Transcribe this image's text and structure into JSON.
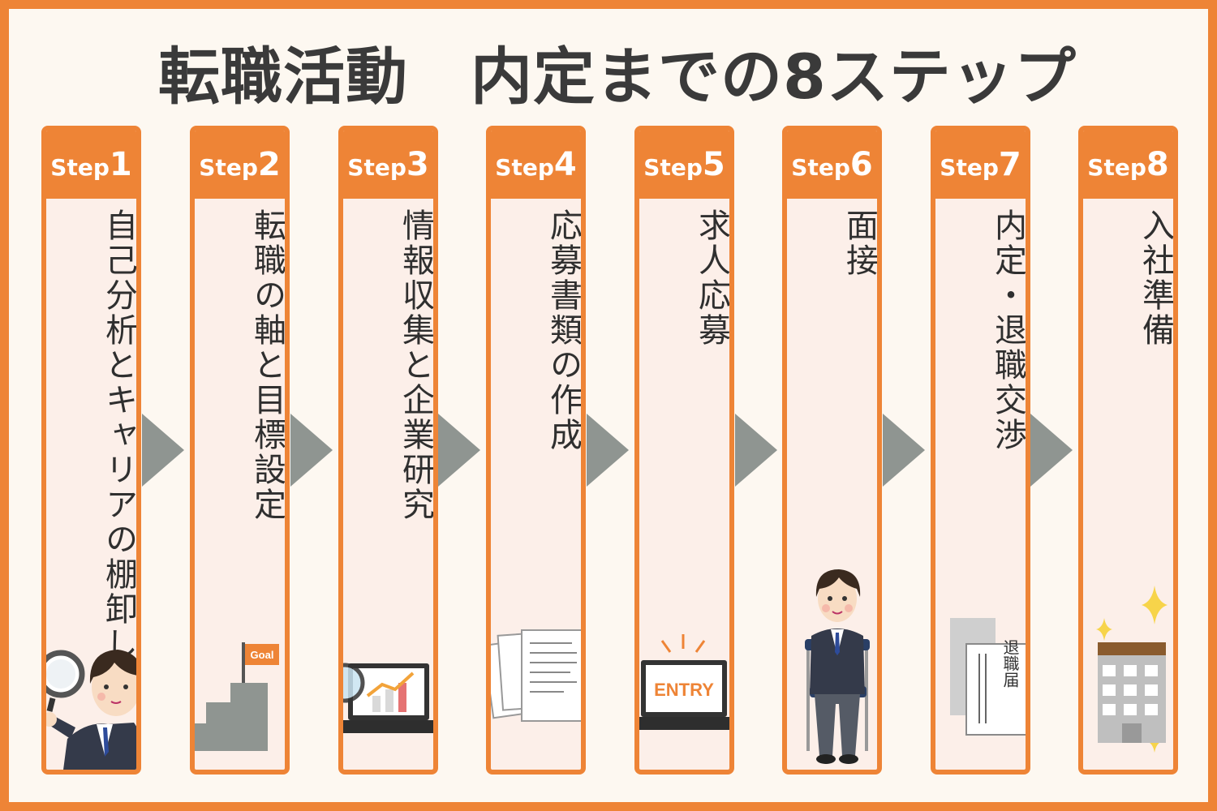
{
  "title": "転職活動　内定までの8ステップ",
  "colors": {
    "accent": "#ee8436",
    "panel": "#fcefe9",
    "arrow": "#8f9591",
    "text": "#2f2f2f"
  },
  "steps": [
    {
      "word": "Step",
      "number": "1",
      "label": "自己分析とキャリアの棚卸し",
      "icon": "magnifier-businessman-icon"
    },
    {
      "word": "Step",
      "number": "2",
      "label": "転職の軸と目標設定",
      "icon": "stairs-goal-flag-icon",
      "icon_text": "Goal"
    },
    {
      "word": "Step",
      "number": "3",
      "label": "情報収集と企業研究",
      "icon": "laptop-chart-magnifier-icon"
    },
    {
      "word": "Step",
      "number": "4",
      "label": "応募書類の作成",
      "icon": "documents-icon"
    },
    {
      "word": "Step",
      "number": "5",
      "label": "求人応募",
      "icon": "laptop-entry-icon",
      "icon_text": "ENTRY"
    },
    {
      "word": "Step",
      "number": "6",
      "label": "面接",
      "icon": "seated-businessman-icon"
    },
    {
      "word": "Step",
      "number": "7",
      "label": "内定・退職交渉",
      "icon": "resignation-letter-icon",
      "icon_text": "退職届"
    },
    {
      "word": "Step",
      "number": "8",
      "label": "入社準備",
      "icon": "sparkling-office-building-icon"
    }
  ]
}
